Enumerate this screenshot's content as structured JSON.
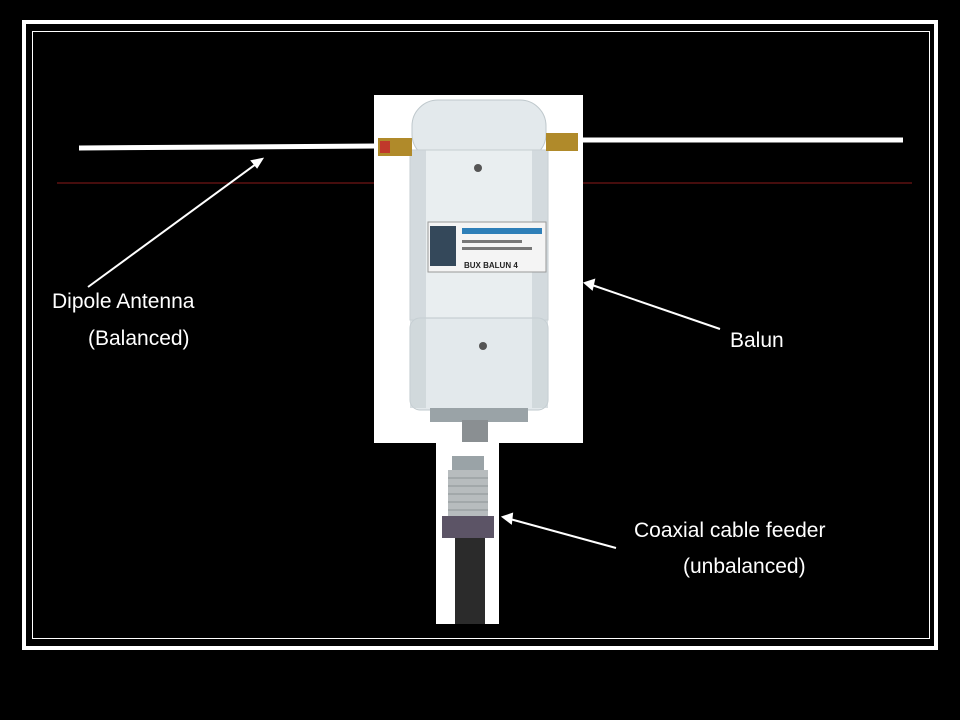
{
  "labels": {
    "dipole_antenna": "Dipole Antenna",
    "balanced": "(Balanced)",
    "balun": "Balun",
    "coax_feeder": "Coaxial cable feeder",
    "unbalanced": "(unbalanced)"
  },
  "device_label": {
    "model": "BUX BALUN 4"
  },
  "colors": {
    "background": "#000000",
    "frame": "#ffffff",
    "guide_line": "#8b1a1a",
    "balun_body": "#e9eef0"
  }
}
